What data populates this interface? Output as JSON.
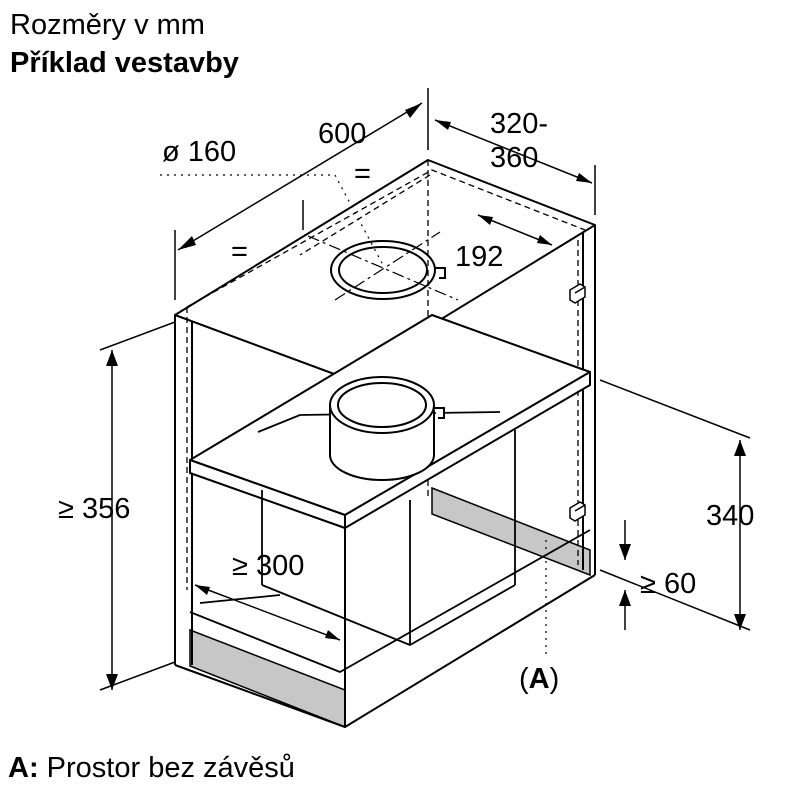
{
  "header": {
    "line1": "Rozměry v mm",
    "line2": "Příklad vestavby"
  },
  "dimensions": {
    "width": "600",
    "depth_line1": "320-",
    "depth_line2": "360",
    "duct_diameter": "ø 160",
    "equal_mark": "=",
    "hole_distance": "192",
    "min_height": "≥ 356",
    "min_opening_width": "≥ 300",
    "niche_height": "340",
    "min_bottom_clearance": "≥ 60",
    "zone_marker_open": "(",
    "zone_marker_letter": "A",
    "zone_marker_close": ")"
  },
  "legend": {
    "key": "A:",
    "text": " Prostor bez závěsů"
  }
}
